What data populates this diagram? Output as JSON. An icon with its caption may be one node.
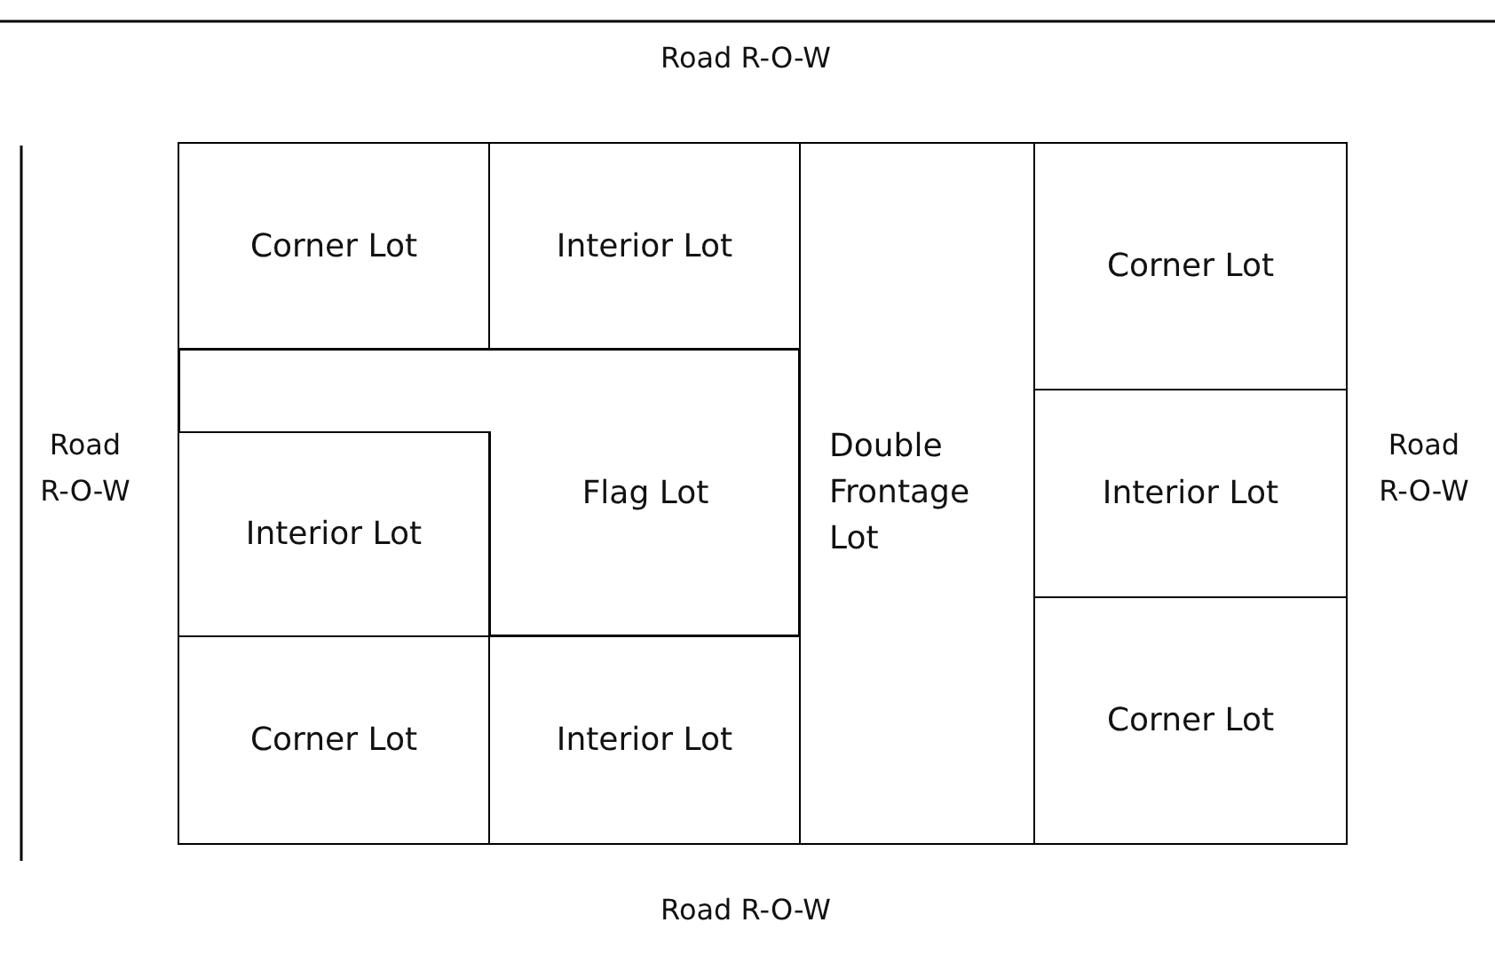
{
  "diagram": {
    "nodes": [
      {
        "text": [
          "Corner Lot"
        ]
      },
      {
        "text": [
          "Interior Lot"
        ]
      },
      {
        "text": [
          "Double Frontage Lot"
        ]
      },
      {
        "text": [
          "Corner Lot"
        ]
      },
      {
        "text": [
          "Flag Lot"
        ]
      },
      {
        "text": [
          "Interior Lot"
        ]
      },
      {
        "text": [
          "Interior Lot"
        ]
      },
      {
        "text": [
          "Corner Lot"
        ]
      },
      {
        "text": [
          "Interior Lot"
        ]
      },
      {
        "text": [
          "Corner Lot"
        ]
      }
    ],
    "edges": [],
    "labels": [
      "Road R-O-W",
      "Road R-O-W",
      "Road R-O-W",
      "Road R-O-W"
    ]
  }
}
